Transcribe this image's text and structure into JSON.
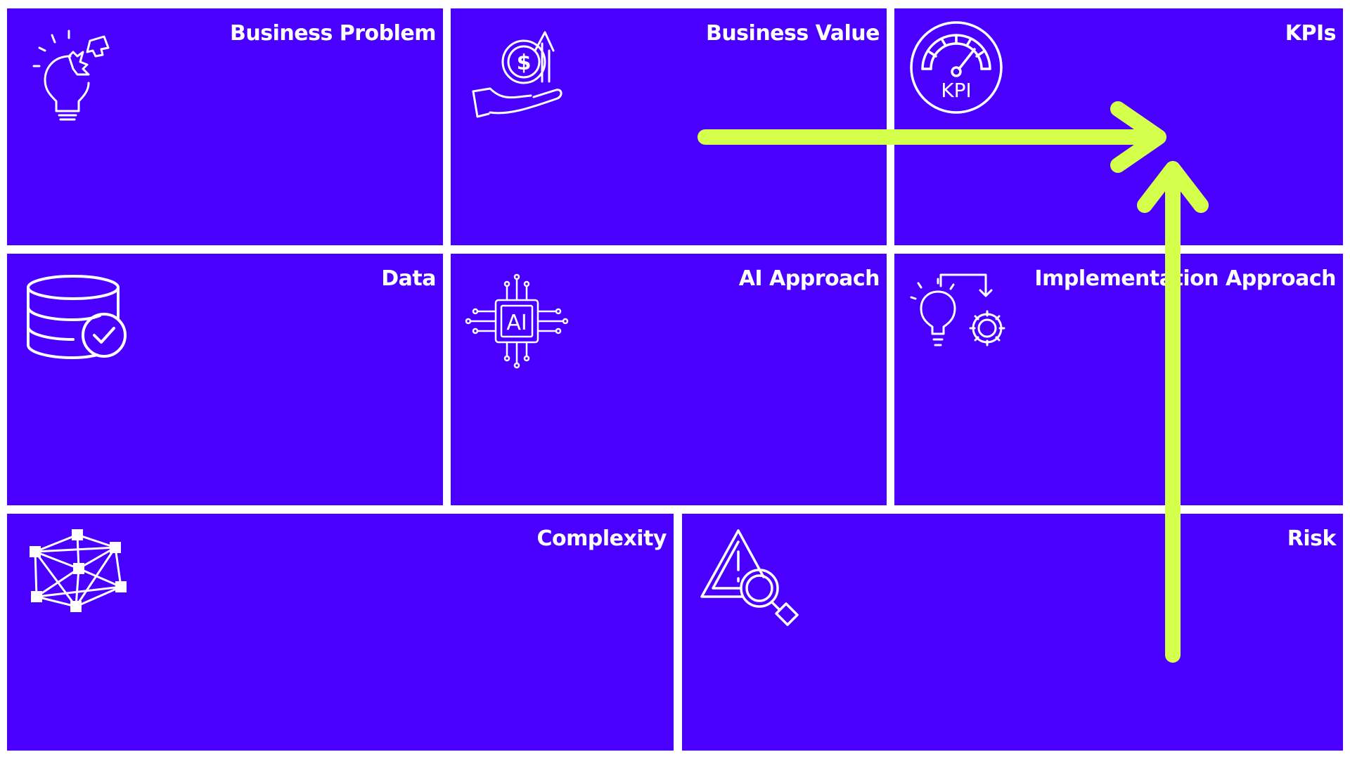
{
  "canvas": {
    "title": "AI Use Case Canvas",
    "colors": {
      "panel": "#4a00ff",
      "gap": "#ffffff",
      "text": "#ffffff",
      "arrow": "#d4ff4a"
    }
  },
  "cells": {
    "business_problem": {
      "title": "Business Problem",
      "icon": "lightbulb-puzzle-icon"
    },
    "business_value": {
      "title": "Business Value",
      "icon": "hand-dollar-growth-icon"
    },
    "kpis": {
      "title": "KPIs",
      "icon": "kpi-gauge-icon",
      "icon_text": "KPI"
    },
    "data": {
      "title": "Data",
      "icon": "database-check-icon"
    },
    "ai_approach": {
      "title": "AI Approach",
      "icon": "ai-chip-icon",
      "icon_text": "AI"
    },
    "implementation_approach": {
      "title": "Implementation Approach",
      "icon": "idea-to-gear-icon"
    },
    "complexity": {
      "title": "Complexity",
      "icon": "network-graph-icon"
    },
    "risk": {
      "title": "Risk",
      "icon": "warning-magnifier-icon"
    }
  },
  "arrows": [
    {
      "from": "business_value",
      "to": "kpis",
      "direction": "right"
    },
    {
      "from": "risk",
      "to": "kpis",
      "direction": "up"
    }
  ]
}
